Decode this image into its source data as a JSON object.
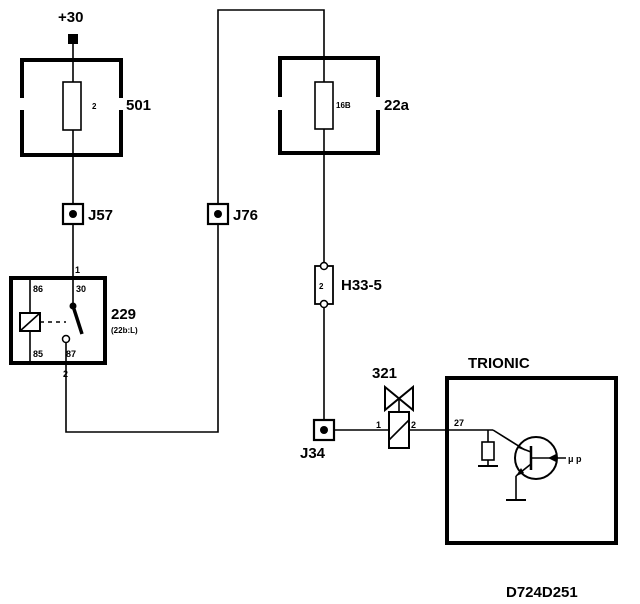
{
  "supply": {
    "label": "+30"
  },
  "fuse_501": {
    "label": "501",
    "rating": "2"
  },
  "fuse_22a": {
    "label": "22a",
    "rating": "16B"
  },
  "connectors": {
    "j57": "J57",
    "j76": "J76",
    "j34": "J34",
    "h33_5": "H33-5",
    "h33_5_pin": "2"
  },
  "relay_229": {
    "label": "229",
    "sublabel": "(22b:L)",
    "pin_86": "86",
    "pin_30": "30",
    "pin_85": "85",
    "pin_87": "87",
    "wire_in": "1",
    "wire_out": "2"
  },
  "valve_321": {
    "label": "321",
    "pin1": "1",
    "pin2": "2"
  },
  "trionic": {
    "label": "TRIONIC",
    "pin": "27",
    "output": "μ p"
  },
  "drawing_id": "D724D251"
}
